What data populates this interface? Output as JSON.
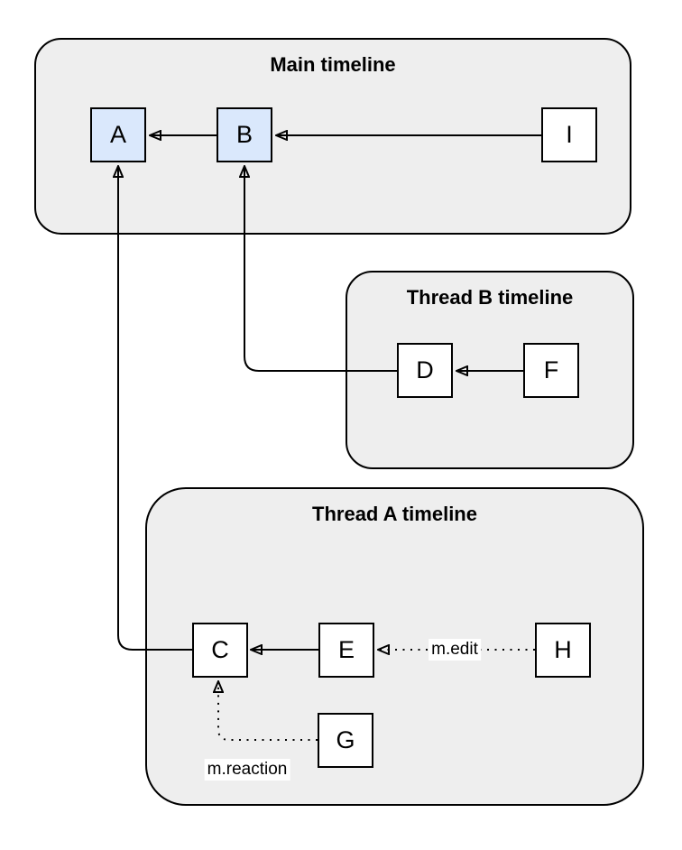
{
  "diagram": {
    "containers": [
      {
        "id": "main",
        "label": "Main timeline"
      },
      {
        "id": "thread-b",
        "label": "Thread B timeline"
      },
      {
        "id": "thread-a",
        "label": "Thread A timeline"
      }
    ],
    "nodes": [
      {
        "id": "A",
        "label": "A",
        "container": "main",
        "highlighted": true
      },
      {
        "id": "B",
        "label": "B",
        "container": "main",
        "highlighted": true
      },
      {
        "id": "I",
        "label": "I",
        "container": "main",
        "highlighted": false
      },
      {
        "id": "D",
        "label": "D",
        "container": "thread-b",
        "highlighted": false
      },
      {
        "id": "F",
        "label": "F",
        "container": "thread-b",
        "highlighted": false
      },
      {
        "id": "C",
        "label": "C",
        "container": "thread-a",
        "highlighted": false
      },
      {
        "id": "E",
        "label": "E",
        "container": "thread-a",
        "highlighted": false
      },
      {
        "id": "H",
        "label": "H",
        "container": "thread-a",
        "highlighted": false
      },
      {
        "id": "G",
        "label": "G",
        "container": "thread-a",
        "highlighted": false
      }
    ],
    "edges": [
      {
        "from": "B",
        "to": "A",
        "style": "solid",
        "label": ""
      },
      {
        "from": "I",
        "to": "B",
        "style": "solid",
        "label": ""
      },
      {
        "from": "F",
        "to": "D",
        "style": "solid",
        "label": ""
      },
      {
        "from": "D",
        "to": "B",
        "style": "solid",
        "label": ""
      },
      {
        "from": "E",
        "to": "C",
        "style": "solid",
        "label": ""
      },
      {
        "from": "H",
        "to": "E",
        "style": "dotted",
        "label": "m.edit"
      },
      {
        "from": "G",
        "to": "C",
        "style": "dotted",
        "label": "m.reaction"
      },
      {
        "from": "C",
        "to": "A",
        "style": "solid",
        "label": ""
      }
    ],
    "colors": {
      "container_fill": "#eeeeee",
      "container_border": "#000000",
      "node_fill": "#ffffff",
      "node_highlight_fill": "#dae8fc",
      "node_border": "#000000",
      "edge": "#000000",
      "label_bg": "#ffffff"
    }
  }
}
